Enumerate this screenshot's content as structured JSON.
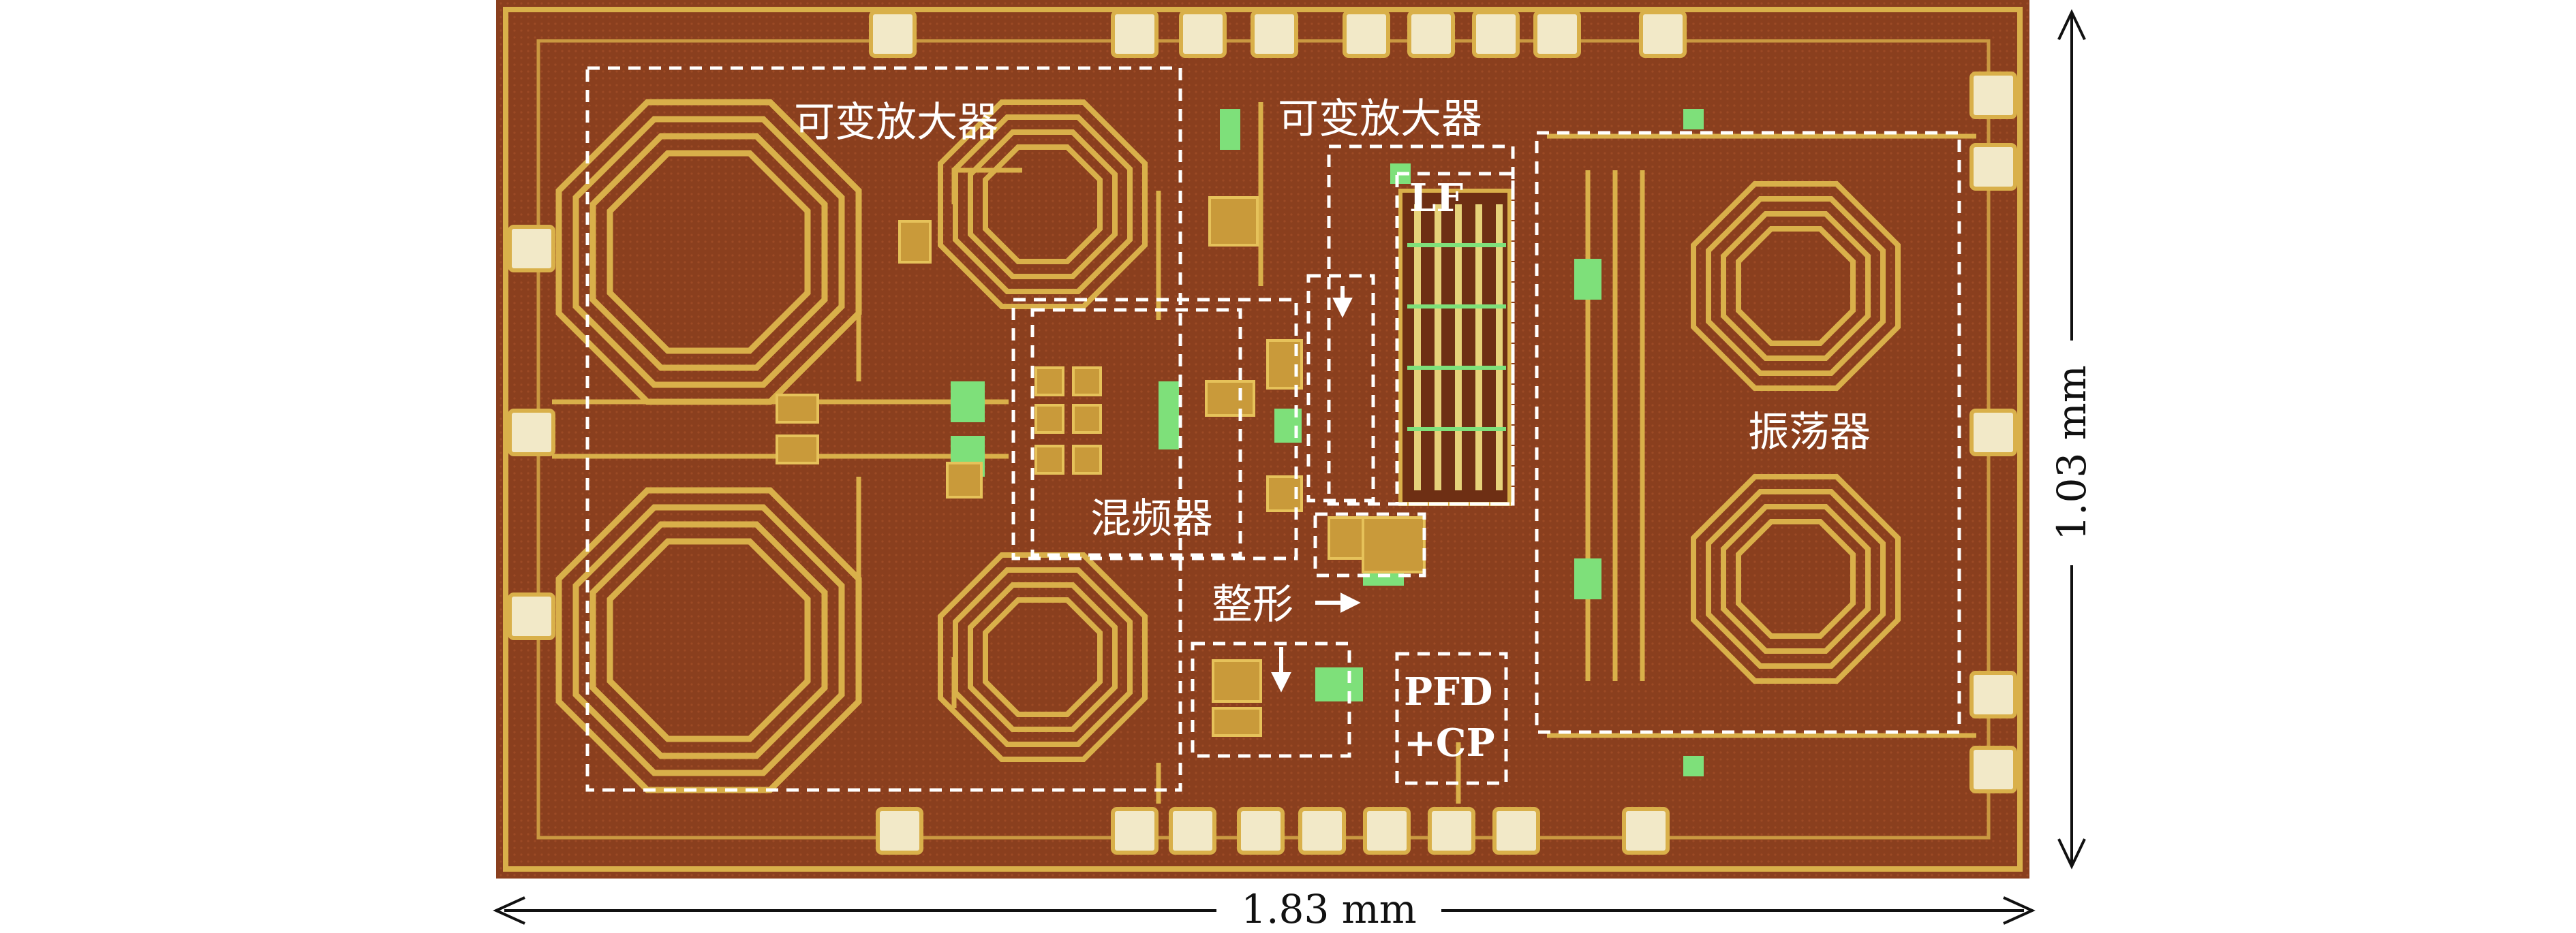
{
  "figure": {
    "labels": {
      "vga_left": "可变放大器",
      "vga_right": "可变放大器",
      "lf": "LF",
      "mixer": "混频器",
      "oscillator": "振荡器",
      "shaper": "整形",
      "pfd_line1": "PFD",
      "pfd_line2": "+CP"
    },
    "dimensions": {
      "width": "1.83 mm",
      "height": "1.03 mm"
    },
    "colors": {
      "die": "#8a3f1e",
      "die_dark": "#6e2f14",
      "metal": "#d9b04a",
      "pad": "#f2e9c8",
      "active": "#7ee07a",
      "box_outline": "#ffffff"
    }
  }
}
